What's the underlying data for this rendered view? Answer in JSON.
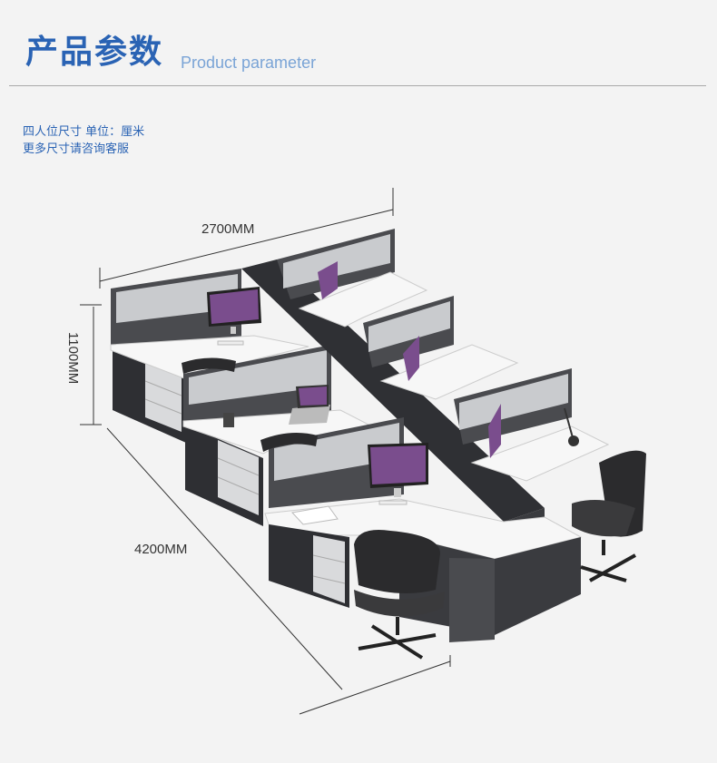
{
  "header": {
    "title_cn": "产品参数",
    "title_en": "Product parameter"
  },
  "notes": {
    "line1": "四人位尺寸  单位：厘米",
    "line2": "更多尺寸请咨询客服"
  },
  "dimensions": {
    "width": "2700MM",
    "height": "1100MM",
    "depth": "4200MM"
  },
  "colors": {
    "accent": "#2a63b4",
    "accent_light": "#7aa4d6",
    "panel_dark": "#4a4b4f",
    "desk_top": "#f7f7f7",
    "cabinet_dark": "#2e2f33"
  }
}
